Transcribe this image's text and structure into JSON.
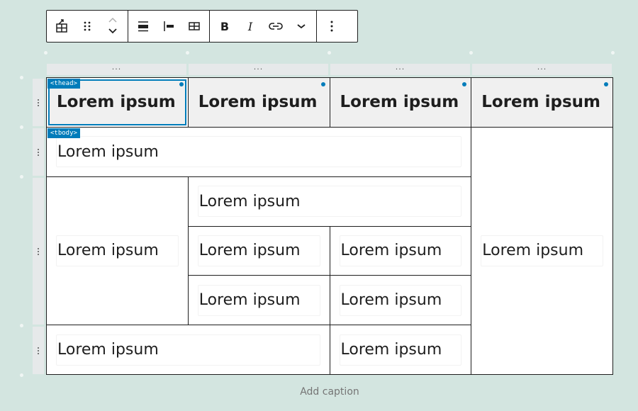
{
  "toolbar": {
    "groups": [
      {
        "name": "block",
        "items": [
          "table-icon",
          "drag-handle-icon",
          "move-arrows-icon"
        ]
      },
      {
        "name": "table",
        "items": [
          "align-center-icon",
          "align-left-icon",
          "edit-table-icon"
        ]
      },
      {
        "name": "format",
        "items": [
          {
            "icon": "bold-icon",
            "glyph": "B"
          },
          {
            "icon": "italic-icon",
            "glyph": "I"
          },
          {
            "icon": "link-icon"
          },
          {
            "icon": "more-formatting-icon"
          }
        ]
      },
      {
        "name": "options",
        "items": [
          "more-options-icon"
        ]
      }
    ]
  },
  "column_handles": [
    "...",
    "...",
    "...",
    "..."
  ],
  "badges": {
    "thead": "<thead>",
    "tbody": "<tbody>"
  },
  "table": {
    "header": [
      "Lorem ipsum",
      "Lorem ipsum",
      "Lorem ipsum",
      "Lorem ipsum"
    ],
    "body": [
      {
        "text": "Lorem ipsum"
      },
      {
        "text": "Lorem ipsum"
      },
      {
        "text": "Lorem ipsum"
      },
      {
        "text": "Lorem ipsum"
      },
      {
        "text": "Lorem ipsum"
      },
      {
        "text": "Lorem ipsum"
      },
      {
        "text": "Lorem ipsum"
      },
      {
        "text": "Lorem ipsum"
      },
      {
        "text": "Lorem ipsum"
      },
      {
        "text": "Lorem ipsum"
      }
    ]
  },
  "caption": "Add caption",
  "colors": {
    "background": "#d3e5e0",
    "accent": "#007cba",
    "border": "#1e1e1e",
    "header_bg": "#f0f0f0"
  }
}
